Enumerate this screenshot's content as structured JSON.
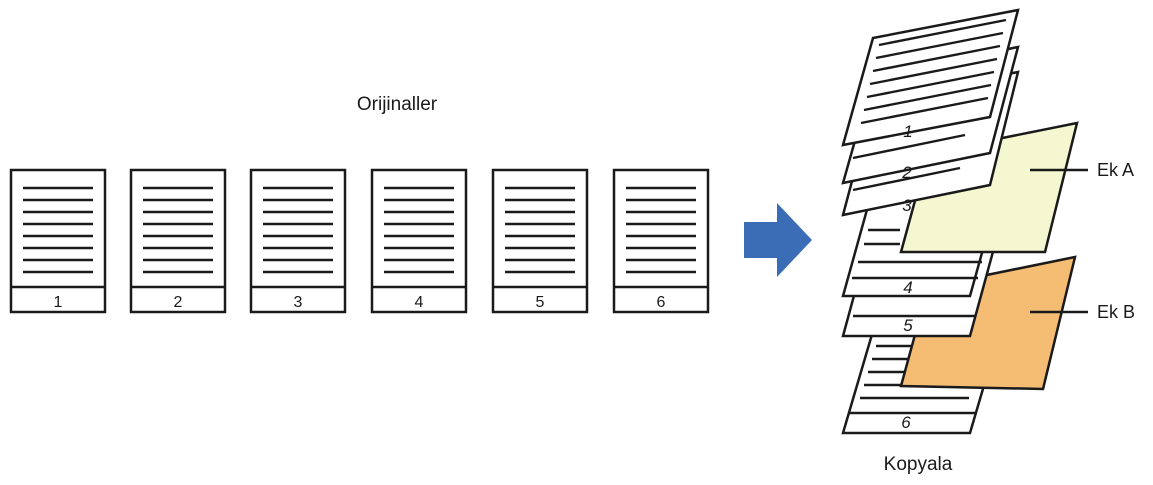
{
  "originals_label": "Orijinaller",
  "copies_label": "Kopyala",
  "originals": [
    {
      "number": "1"
    },
    {
      "number": "2"
    },
    {
      "number": "3"
    },
    {
      "number": "4"
    },
    {
      "number": "5"
    },
    {
      "number": "6"
    }
  ],
  "copies_stack": [
    {
      "number": "1"
    },
    {
      "number": "2"
    },
    {
      "number": "3"
    },
    {
      "number": "4"
    },
    {
      "number": "5"
    },
    {
      "number": "6"
    }
  ],
  "inserts": [
    {
      "label": "Ek A",
      "color": "#f4f7d0"
    },
    {
      "label": "Ek B",
      "color": "#f5bd74"
    }
  ],
  "arrow_color": "#3a6db5",
  "line_color": "#1a1a1a"
}
